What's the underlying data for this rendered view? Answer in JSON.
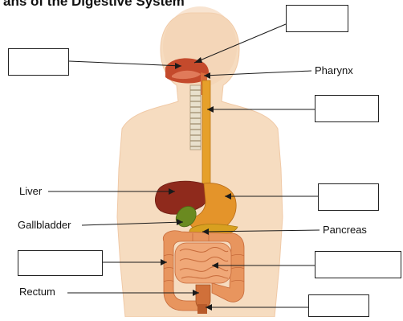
{
  "title": "ans of the Digestive System",
  "labels": {
    "pharynx": "Pharynx",
    "liver": "Liver",
    "gallbladder": "Gallbladder",
    "pancreas": "Pancreas",
    "rectum": "Rectum"
  },
  "blank_boxes": {
    "top_right": "",
    "top_left": "",
    "esophagus": "",
    "stomach": "",
    "large_intestine": "",
    "small_intestine": "",
    "anus": ""
  },
  "colors": {
    "body_skin": "#f6dcc0",
    "mouth": "#c44a2c",
    "esophagus": "#e6a02a",
    "stomach": "#e4942a",
    "liver": "#8f2a1c",
    "gallbladder": "#6a8a20",
    "pancreas": "#d8a020",
    "intestine": "#e8955e"
  }
}
